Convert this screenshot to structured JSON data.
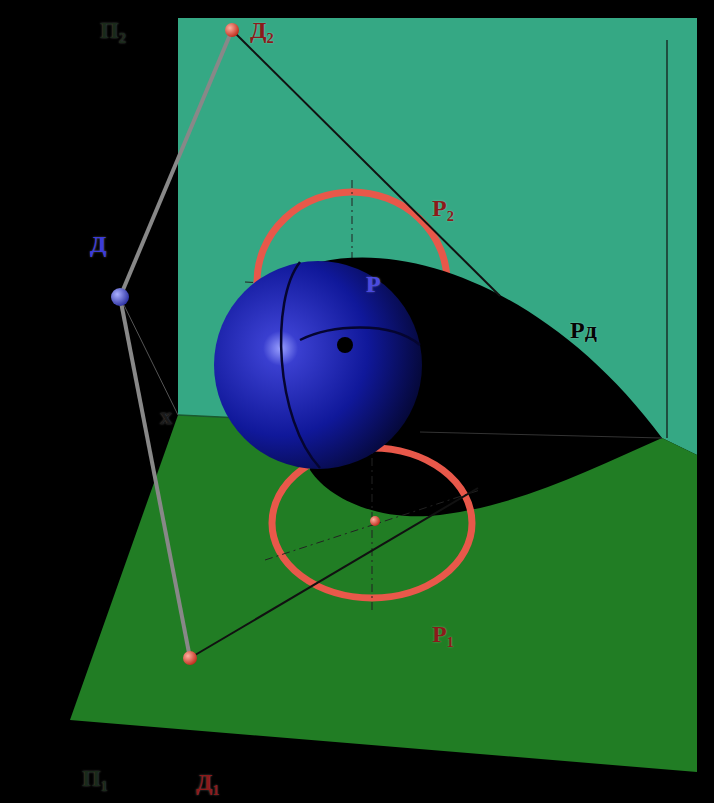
{
  "diagram": {
    "labels": [
      "П₂",
      "Д₂",
      "Д",
      "P₂",
      "P",
      "Pд",
      "x",
      "P₁",
      "П₁",
      "Д₁"
    ]
  }
}
